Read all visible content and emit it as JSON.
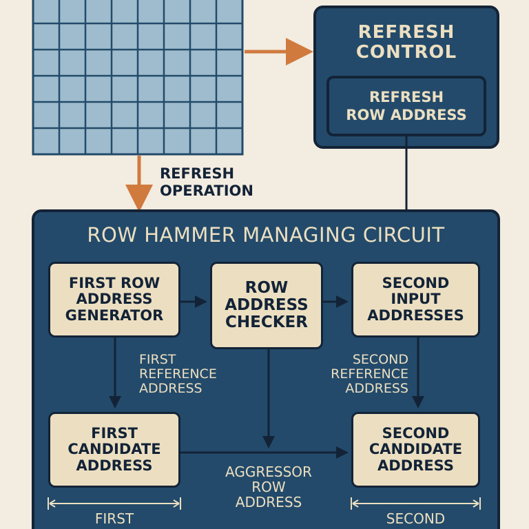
{
  "colors": {
    "background": "#f3ece0",
    "panel": "#234a6a",
    "panel_border": "#132337",
    "box_fill": "#ecdfc1",
    "cell_fill": "#9ebccd",
    "orange_arrow": "#d07a3e",
    "text_light": "#ecdfc1",
    "text_dark": "#132337"
  },
  "refresh_control": {
    "title": "REFRESH\nCONTROL",
    "inner_box": "REFRESH\nROW ADDRESS"
  },
  "refresh_operation_label": "REFRESH\nOPERATION",
  "row_hammer": {
    "title": "ROW HAMMER MANAGING CIRCUIT",
    "boxes": {
      "first_row_address_generator": "FIRST ROW\nADDRESS\nGENERATOR",
      "row_address_checker": "ROW\nADDRESS\nCHECKER",
      "second_input_addresses": "SECOND\nINPUT\nADDRESSES",
      "first_candidate_address": "FIRST\nCANDIDATE\nADDRESS",
      "second_candidate_address": "SECOND\nCANDIDATE\nADDRESS"
    },
    "labels": {
      "first_reference_address": "FIRST\nREFERENCE\nADDRESS",
      "second_reference_address": "SECOND\nREFERENCE\nADDRESS",
      "aggressor_row_address": "AGGRESSOR\nROW\nADDRESS",
      "first_span": "FIRST",
      "second_span": "SECOND"
    }
  }
}
